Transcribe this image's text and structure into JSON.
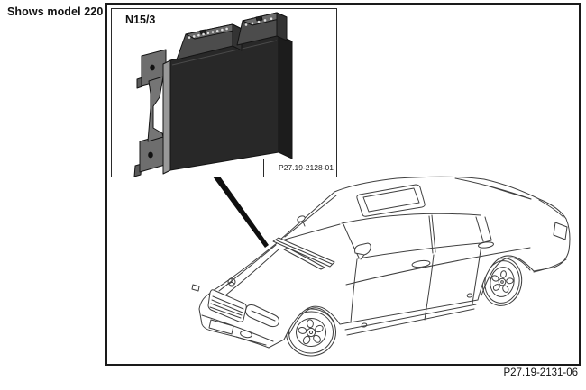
{
  "texts": {
    "model_note": "Shows model 220",
    "component_label": "N15/3",
    "inset_image_number": "P27.19-2128-01",
    "figure_image_number": "P27.19-2131-06"
  },
  "illustrations": {
    "inset": "control-unit-module-illustration",
    "main": "sedan-three-quarter-front-line-drawing",
    "pointer": "leader-line-from-inset-to-cowl"
  },
  "colors": {
    "background": "#ffffff",
    "frame_border": "#1a1a1a",
    "line_art": "#3f3f3f",
    "leader": "#0f0f0f",
    "module_body": "#282828",
    "module_side": "#1c1c1c",
    "module_top": "#333333",
    "module_left_face": "#999999",
    "module_connector_front": "#4c4c4c",
    "module_connector_top": "#6a6a6a",
    "module_connector_side": "#333333",
    "module_bracket": "#6e6e6e",
    "module_hole": "#111111",
    "pin": "#e0e0e0"
  }
}
